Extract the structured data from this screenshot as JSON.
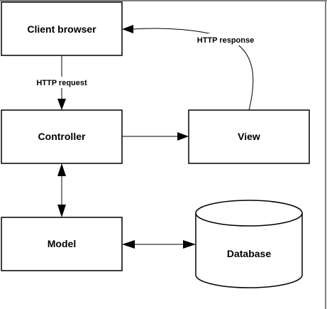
{
  "nodes": {
    "client_browser": "Client browser",
    "controller": "Controller",
    "view": "View",
    "model": "Model",
    "database": "Database"
  },
  "edges": {
    "http_request": "HTTP request",
    "http_response": "HTTP response"
  }
}
